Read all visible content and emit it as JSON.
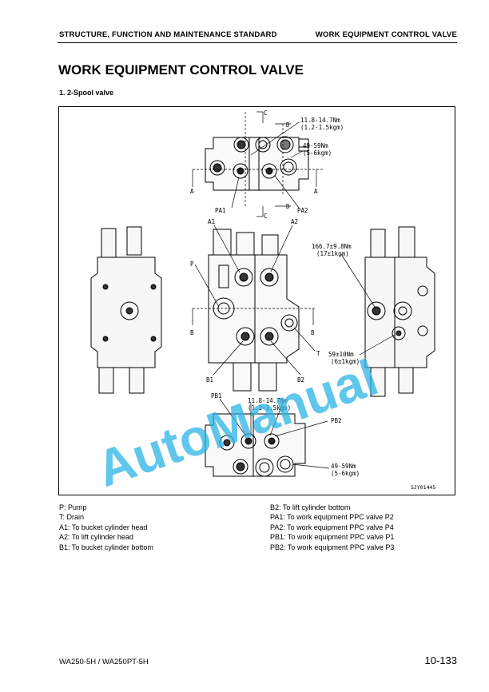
{
  "header": {
    "left": "STRUCTURE, FUNCTION AND MAINTENANCE STANDARD",
    "right": "WORK EQUIPMENT CONTROL VALVE"
  },
  "title": "WORK EQUIPMENT CONTROL VALVE",
  "subtitle": "1.   2-Spool valve",
  "figure": {
    "watermark": "AutoManual",
    "code": "SJY01445",
    "labels": {
      "c_top": "C",
      "c_bottom": "C",
      "d_top": "D",
      "d_bottom": "D",
      "a_left": "A",
      "a_right": "A",
      "b_left": "B",
      "b_right": "B",
      "pa1": "PA1",
      "pa2": "PA2",
      "a1": "A1",
      "a2": "A2",
      "p": "P",
      "t": "T",
      "b1": "B1",
      "b2": "B2",
      "pb1": "PB1",
      "pb2": "PB2"
    },
    "torques": {
      "top_small_1": "11.8-14.7Nm",
      "top_small_2": "(1.2-1.5kgm)",
      "top_large_1": "49-59Nm",
      "top_large_2": "(5-6kgm)",
      "right_1": "166.7±9.8Nm",
      "right_2": "(17±1kgm)",
      "right_lower_1": "59±10Nm",
      "right_lower_2": "(6±1kgm)",
      "bottom_small_1": "11.8-14.7Nm",
      "bottom_small_2": "(1.2-1.5kgm)",
      "bottom_large_1": "49-59Nm",
      "bottom_large_2": "(5-6kgm)"
    }
  },
  "legend_left": [
    "P:  Pump",
    "T:  Drain",
    "A1: To bucket cylinder head",
    "A2: To lift cylinder head",
    "B1: To bucket cylinder bottom"
  ],
  "legend_right": [
    "B2: To lift cylinder bottom",
    "PA1: To work equipment PPC valve P2",
    "PA2: To work equipment PPC valve P4",
    "PB1: To work equipment PPC valve P1",
    "PB2: To work equipment PPC valve P3"
  ],
  "footer": {
    "model": "WA250-5H / WA250PT-5H",
    "page": "10-133"
  }
}
